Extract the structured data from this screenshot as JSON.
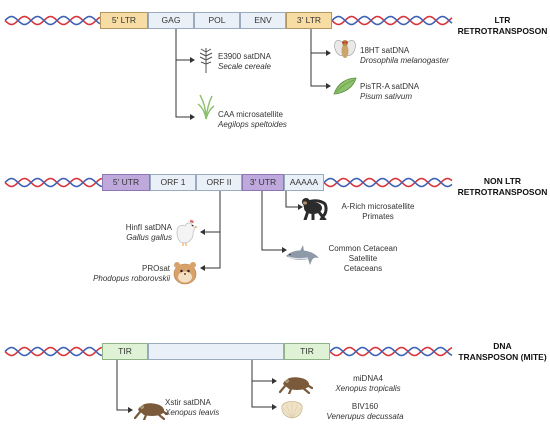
{
  "sections": {
    "ltr": {
      "title_line1": "LTR",
      "title_line2": "RETROTRANSPOSON",
      "segments": [
        "5' LTR",
        "GAG",
        "POL",
        "ENV",
        "3' LTR"
      ],
      "items": [
        {
          "name": "E3900 satDNA",
          "species": "Secale cereale"
        },
        {
          "name": "CAA microsatellite",
          "species": "Aegilops speltoides"
        },
        {
          "name": "18HT satDNA",
          "species": "Drosophila melanogaster"
        },
        {
          "name": "PisTR-A satDNA",
          "species": "Pisum sativum"
        }
      ]
    },
    "nonltr": {
      "title_line1": "NON LTR",
      "title_line2": "RETROTRANSPOSON",
      "segments": [
        "5' UTR",
        "ORF 1",
        "ORF II",
        "3' UTR",
        "AAAAA"
      ],
      "items": [
        {
          "name": "HinfI satDNA",
          "species": "Gallus gallus"
        },
        {
          "name": "PROsat",
          "species": "Phodopus roborovskii"
        },
        {
          "name": "A-Rich microsatellite",
          "species": "Primates"
        },
        {
          "name": "Common Cetacean",
          "name2": "Satellite",
          "species": "Cetaceans"
        }
      ]
    },
    "dna": {
      "title_line1": "DNA",
      "title_line2": "TRANSPOSON (MITE)",
      "segments": [
        "TIR",
        "",
        "TIR"
      ],
      "items": [
        {
          "name": "Xstir satDNA",
          "species": "Xenopus leavis"
        },
        {
          "name": "miDNA4",
          "species": "Xenopus tropicalis"
        },
        {
          "name": "BIV160",
          "species": "Venerupus decussata"
        }
      ]
    }
  },
  "colors": {
    "dna_red": "#d8363c",
    "dna_blue": "#3f62b5",
    "ltr_fill": "#f7dca4",
    "gene_fill": "#eaf0f8",
    "utr_fill": "#bfa9dc",
    "tir_fill": "#dff2d6"
  },
  "icons": [
    "rye-plant-icon",
    "grass-plant-icon",
    "fruit-fly-icon",
    "pea-pod-icon",
    "chicken-icon",
    "hamster-icon",
    "chimpanzee-icon",
    "dolphin-icon",
    "frog-icon",
    "frog-icon",
    "clam-shell-icon"
  ]
}
